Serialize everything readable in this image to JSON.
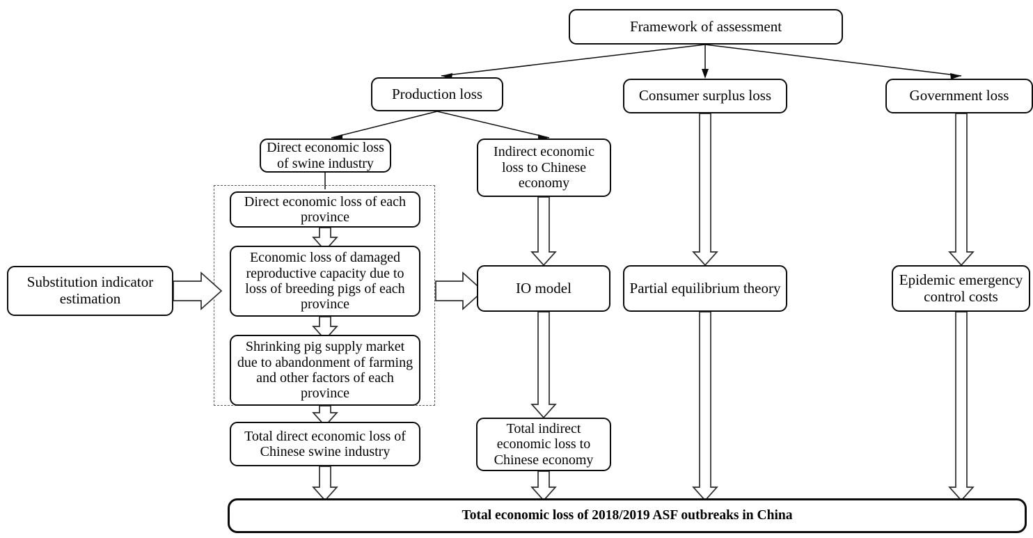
{
  "diagram": {
    "title_node": "Framework of assessment",
    "nodes": {
      "framework": "Framework of assessment",
      "production_loss": "Production loss",
      "consumer_surplus_loss": "Consumer surplus loss",
      "government_loss": "Government loss",
      "direct_swine": "Direct economic loss of swine industry",
      "indirect_chinese": "Indirect economic loss to Chinese economy",
      "substitution": "Substitution indicator estimation",
      "direct_province": "Direct economic loss of each province",
      "reproductive": "Economic loss of damaged reproductive capacity due to loss of breeding pigs of each province",
      "shrinking": "Shrinking pig supply market due to abandonment of farming and other factors of each province",
      "total_direct": "Total direct economic loss of Chinese swine industry",
      "io_model": "IO model",
      "partial_equilibrium": "Partial equilibrium theory",
      "epidemic_costs": "Epidemic emergency control costs",
      "total_indirect": "Total indirect economic loss to Chinese economy",
      "total_economic_loss": "Total economic loss of 2018/2019 ASF outbreaks in China"
    },
    "colors": {
      "node_border": "#0b0b0b",
      "node_fill": "#ffffff",
      "dashed_group_border": "#5a5a5a",
      "arrow_stroke": "#2b2b2b",
      "text": "#000000"
    }
  }
}
